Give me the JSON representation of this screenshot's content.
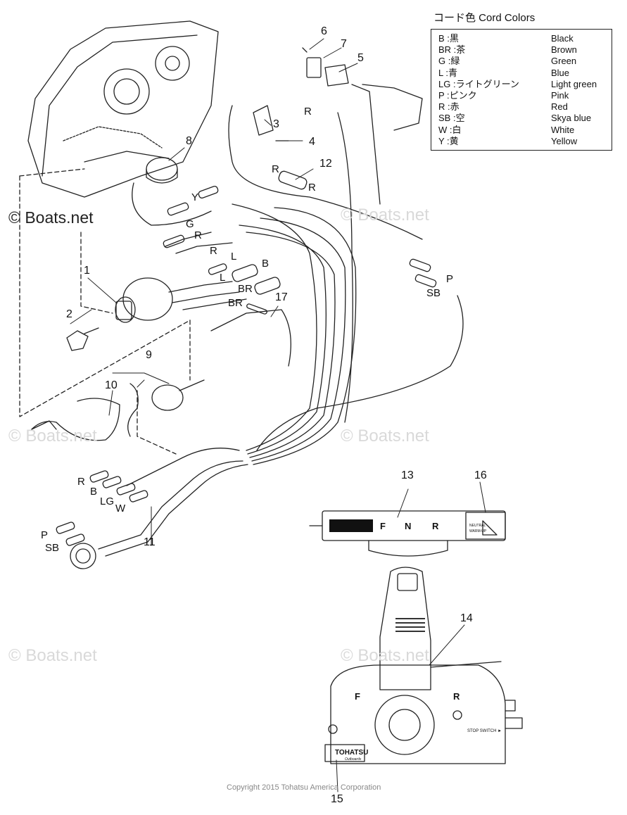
{
  "legend": {
    "title": "コード色 Cord Colors",
    "rows": [
      {
        "code": "B :黒",
        "name": "Black"
      },
      {
        "code": "BR :茶",
        "name": "Brown"
      },
      {
        "code": "G :緑",
        "name": "Green"
      },
      {
        "code": "L :青",
        "name": "Blue"
      },
      {
        "code": "LG :ライトグリーン",
        "name": "Light green"
      },
      {
        "code": "P :ピンク",
        "name": "Pink"
      },
      {
        "code": "R :赤",
        "name": "Red"
      },
      {
        "code": "SB :空",
        "name": "Skya blue"
      },
      {
        "code": "W :白",
        "name": "White"
      },
      {
        "code": "Y :黄",
        "name": "Yellow"
      }
    ]
  },
  "watermarks": {
    "main": "© Boats.net",
    "light": "© Boats.net"
  },
  "copyright": "Copyright 2015 Tohatsu America Corporation",
  "callouts": {
    "c1": "1",
    "c2": "2",
    "c3": "3",
    "c4": "4",
    "c5": "5",
    "c6": "6",
    "c7": "7",
    "c8": "8",
    "c9": "9",
    "c10": "10",
    "c11": "11",
    "c12": "12",
    "c13": "13",
    "c14": "14",
    "c15": "15",
    "c16": "16",
    "c17": "17"
  },
  "wire_labels": {
    "r_top1": "R",
    "r_top2": "R",
    "r_top3": "R",
    "y": "Y",
    "g": "G",
    "r_mid1": "R",
    "r_mid2": "R",
    "l1": "L",
    "l2": "L",
    "b_mid": "B",
    "br1": "BR",
    "br2": "BR",
    "p_right": "P",
    "sb_right": "SB",
    "r_bot": "R",
    "b_bot": "B",
    "lg_bot": "LG",
    "w_bot": "W",
    "p_bot": "P",
    "sb_bot": "SB"
  },
  "decal_text": {
    "gauge_f": "F",
    "gauge_n": "N",
    "gauge_r": "R",
    "warn_1": "NEUTRAL",
    "warn_2": "WARM-UP",
    "lever_f": "F",
    "lever_r": "R",
    "stop_switch": "STOP SWITCH ►",
    "brand": "TOHATSU",
    "brand_sub": "Outboards"
  }
}
